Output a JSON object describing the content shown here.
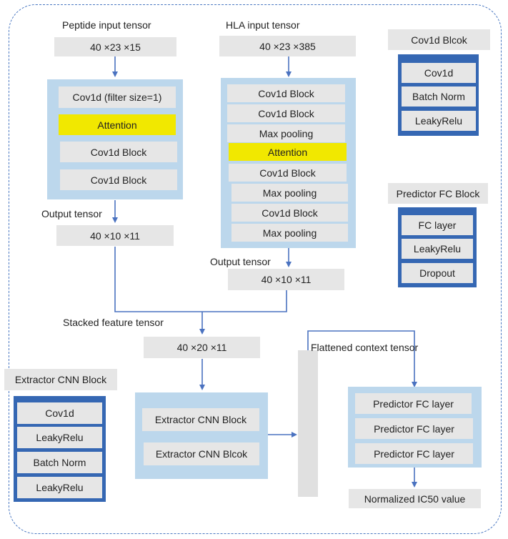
{
  "peptide": {
    "title": "Peptide input tensor",
    "shape": "40 ×23 ×15",
    "layers": [
      "Cov1d (filter size=1)",
      "Attention",
      "Cov1d Block",
      "Cov1d Block"
    ],
    "output_label": "Output tensor",
    "output_shape": "40 ×10 ×11"
  },
  "hla": {
    "title": "HLA input tensor",
    "shape": "40 ×23 ×385",
    "layers": [
      "Cov1d Block",
      "Cov1d Block",
      "Max pooling",
      "Attention",
      "Cov1d Block",
      "Max pooling",
      "Cov1d Block",
      "Max pooling"
    ],
    "output_label": "Output tensor",
    "output_shape": "40 ×10 ×11"
  },
  "stacked": {
    "label": "Stacked feature tensor",
    "shape": "40 ×20 ×11"
  },
  "extractor": {
    "layers": [
      "Extractor CNN Block",
      "Extractor CNN Blcok"
    ]
  },
  "flattened": {
    "label": "Flattened context tensor"
  },
  "predictor": {
    "layers": [
      "Predictor FC layer",
      "Predictor FC layer",
      "Predictor FC layer"
    ],
    "output": "Normalized IC50 value"
  },
  "legends": {
    "cov1d_block": {
      "title": "Cov1d Blcok",
      "items": [
        "Cov1d",
        "Batch Norm",
        "LeakyRelu"
      ]
    },
    "predictor_fc_block": {
      "title": "Predictor FC Block",
      "items": [
        "FC layer",
        "LeakyRelu",
        "Dropout"
      ]
    },
    "extractor_cnn_block": {
      "title": "Extractor CNN Block",
      "items": [
        "Cov1d",
        "LeakyRelu",
        "Batch Norm",
        "LeakyRelu"
      ]
    }
  },
  "colors": {
    "panel": "#bcd7ec",
    "box": "#e6e6e6",
    "attention": "#f1e800",
    "legend_border": "#3567b3",
    "arrow": "#4a72c0",
    "frame": "#4a78c2"
  }
}
